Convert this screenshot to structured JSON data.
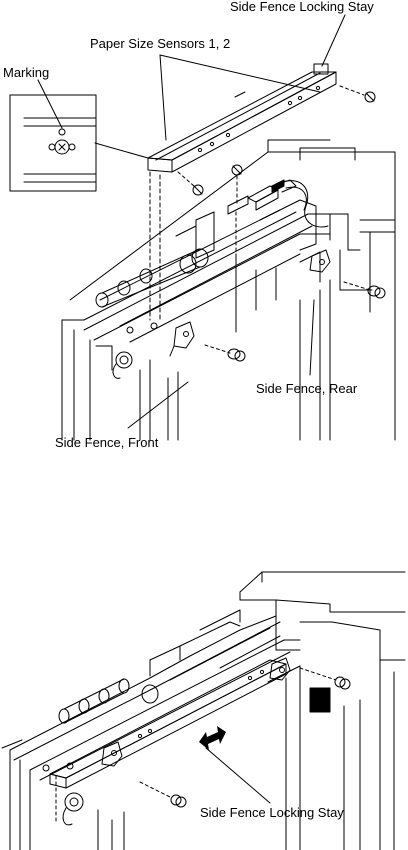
{
  "figure_top": {
    "labels": {
      "locking_stay": "Side Fence Locking Stay",
      "sensors": "Paper Size Sensors 1, 2",
      "marking": "Marking",
      "fence_rear": "Side Fence, Rear",
      "fence_front": "Side Fence, Front"
    }
  },
  "figure_bottom": {
    "labels": {
      "locking_stay": "Side Fence Locking Stay"
    }
  }
}
